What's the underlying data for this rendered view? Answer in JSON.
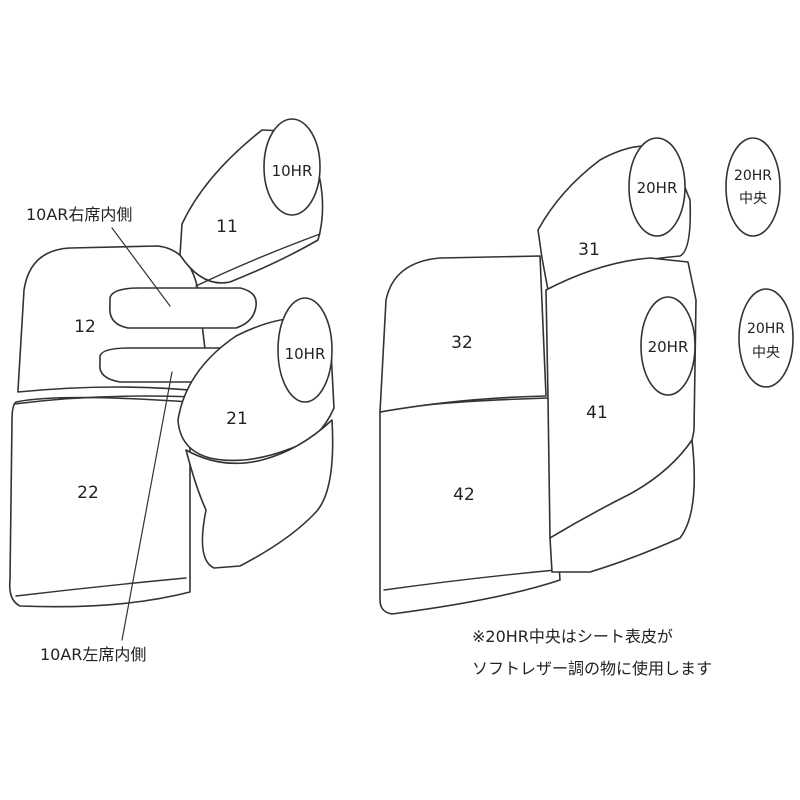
{
  "parts": {
    "p11": "11",
    "p12": "12",
    "p21": "21",
    "p22": "22",
    "p31": "31",
    "p32": "32",
    "p41": "41",
    "p42": "42"
  },
  "headrests": {
    "hr10_top": "10HR",
    "hr10_bottom": "10HR",
    "hr20_top": "20HR",
    "hr20_bottom": "20HR",
    "hr20_center_top_line1": "20HR",
    "hr20_center_top_line2": "中央",
    "hr20_center_bottom_line1": "20HR",
    "hr20_center_bottom_line2": "中央"
  },
  "callouts": {
    "right_inner": "10AR右席内側",
    "left_inner": "10AR左席内側"
  },
  "note": {
    "line1": "※20HR中央はシート表皮が",
    "line2": "ソフトレザー調の物に使用します"
  },
  "colors": {
    "stroke": "#333333",
    "fill": "#ffffff",
    "text": "#222222"
  }
}
